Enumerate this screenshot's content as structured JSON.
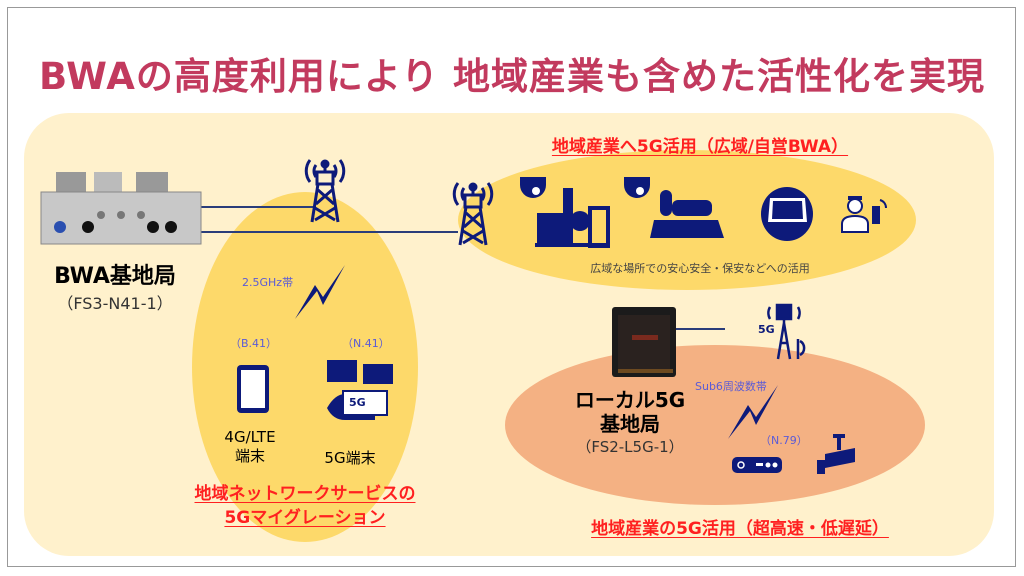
{
  "title": "BWAの高度利用により 地域産業も含めた活性化を実現",
  "bwa_station": {
    "name": "BWA基地局",
    "model": "（FS3-N41-1）"
  },
  "band_bwa": "2.5GHz帯",
  "terminals": [
    {
      "band": "（B.41）",
      "label_line1": "4G/LTE",
      "label_line2": "端末"
    },
    {
      "band": "（N.41）",
      "label_line1": "5G端末",
      "screen_text": "5G"
    }
  ],
  "migration_heading": {
    "line1": "地域ネットワークサービスの",
    "line2": "5Gマイグレーション"
  },
  "wide_area": {
    "heading": "地域産業へ5G活用（広域/自営BWA）",
    "caption": "広域な場所での安心安全・保安などへの活用"
  },
  "local5g": {
    "name_line1": "ローカル5G",
    "name_line2": "基地局",
    "model": "（FS2-L5G-1）",
    "band": "Sub6周波数帯",
    "terminal_band": "（N.79）",
    "antenna_label": "5G",
    "heading": "地域産業の5G活用（超高速・低遅延）"
  },
  "colors": {
    "title": "#c23a5e",
    "navy": "#0d1a7a",
    "panel": "#fff1cc",
    "yellow": "#fdd96a",
    "orange": "#f4b183",
    "red": "#ff2020"
  }
}
